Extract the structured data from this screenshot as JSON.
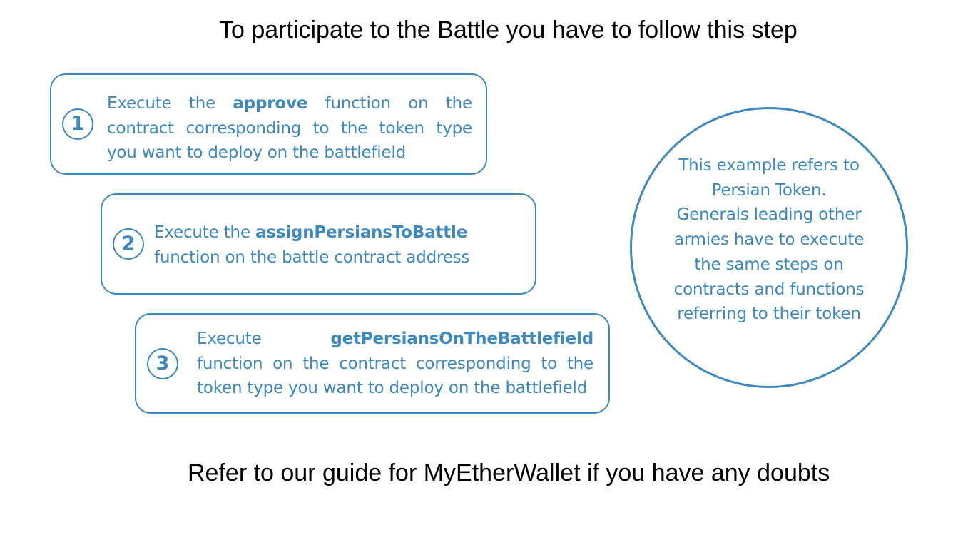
{
  "header": {
    "title": "To participate to the Battle you have to follow this step"
  },
  "steps": [
    {
      "number": "1",
      "text_before": "Execute the ",
      "highlight": "approve",
      "text_after": " function  on the contract corresponding to the token type you want to deploy on the battlefield"
    },
    {
      "number": "2",
      "text_before": "Execute the ",
      "highlight": "assignPersiansToBattle",
      "text_after": " function on the battle contract address"
    },
    {
      "number": "3",
      "text_before": "Execute ",
      "highlight": "getPersiansOnTheBattlefield",
      "text_after": " function on the contract corresponding to the token type you want to deploy on the battlefield"
    }
  ],
  "note": {
    "lines": [
      "This example refers to",
      "Persian Token.",
      "Generals leading other",
      "armies have to execute",
      "the same steps on",
      "contracts and functions",
      "referring to their token"
    ]
  },
  "footer": {
    "text": "Refer to our guide for MyEtherWallet if you have any doubts"
  },
  "colors": {
    "accent": "#3d88bd",
    "text": "#000000",
    "background": "#ffffff"
  }
}
